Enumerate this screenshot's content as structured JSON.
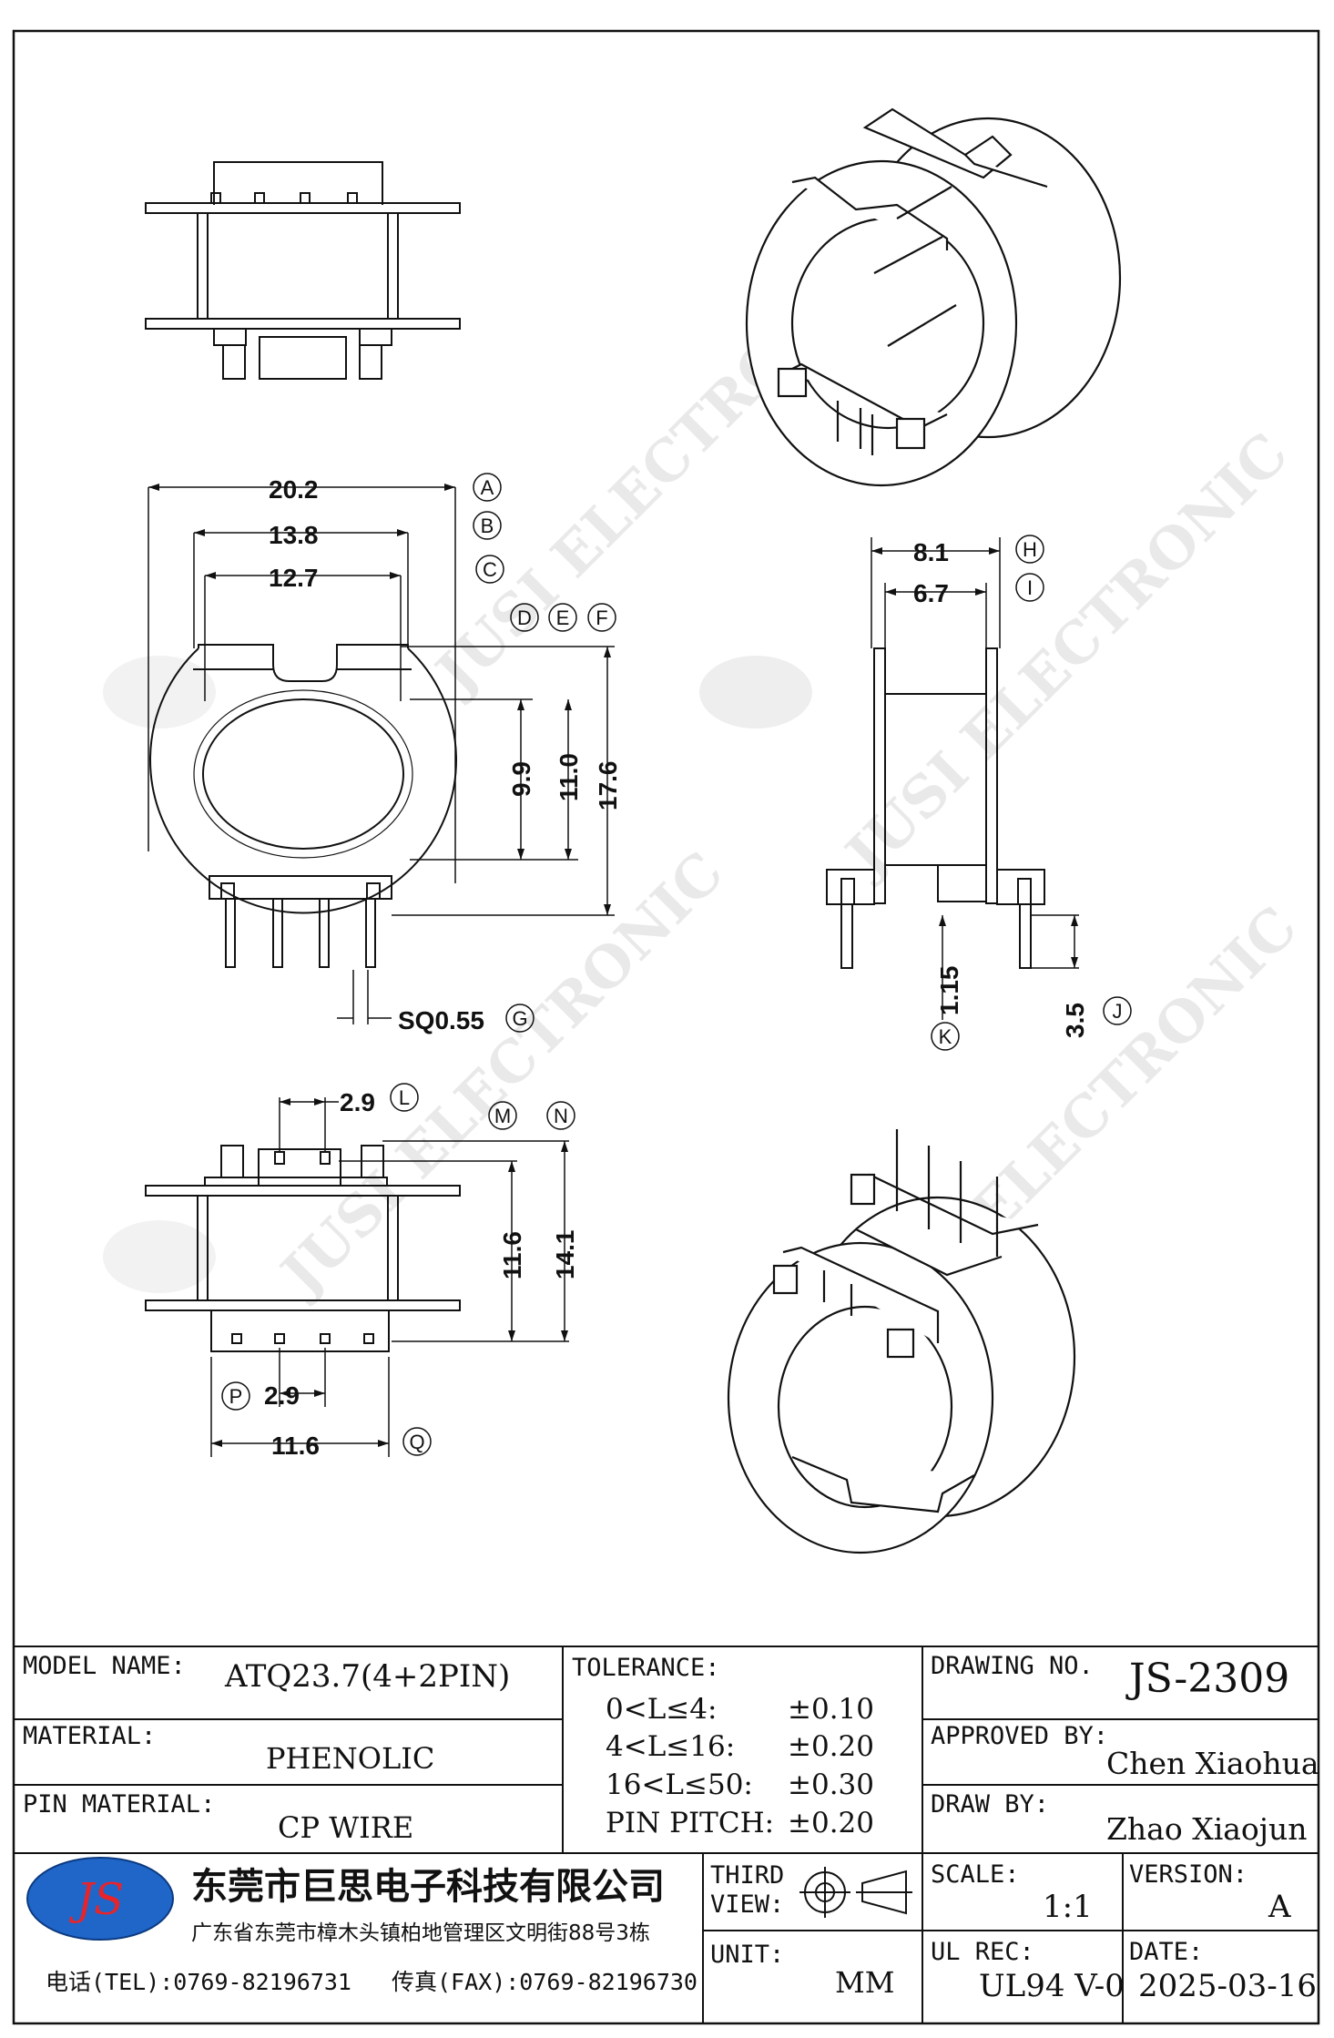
{
  "dimensions": {
    "a": "20.2",
    "b": "13.8",
    "c": "12.7",
    "d": "9.9",
    "e": "11.0",
    "f": "17.6",
    "g": "SQ0.55",
    "h": "8.1",
    "i": "6.7",
    "j": "3.5",
    "k": "1.15",
    "l": "2.9",
    "m": "11.6",
    "n": "14.1",
    "p": "2.9",
    "q": "11.6"
  },
  "callouts": [
    "A",
    "B",
    "C",
    "D",
    "E",
    "F",
    "G",
    "H",
    "I",
    "J",
    "K",
    "L",
    "M",
    "N",
    "P",
    "Q"
  ],
  "watermark": {
    "text": "JUSI ELECTRONIC",
    "logo": "JS"
  },
  "title_block": {
    "model_name_label": "MODEL NAME:",
    "model_name_value": "ATQ23.7(4+2PIN)",
    "material_label": "MATERIAL:",
    "material_value": "PHENOLIC",
    "pin_material_label": "PIN MATERIAL:",
    "pin_material_value": "CP WIRE",
    "tolerance_label": "TOLERANCE:",
    "tolerances": [
      {
        "range": "0<L≤4:",
        "value": "±0.10"
      },
      {
        "range": "4<L≤16:",
        "value": "±0.20"
      },
      {
        "range": "16<L≤50:",
        "value": "±0.30"
      },
      {
        "range": "PIN PITCH:",
        "value": "±0.20"
      }
    ],
    "drawing_no_label": "DRAWING NO.",
    "drawing_no_value": "JS-2309",
    "approved_by_label": "APPROVED BY:",
    "approved_by_value": "Chen Xiaohua",
    "draw_by_label": "DRAW BY:",
    "draw_by_value": "Zhao Xiaojun",
    "logo_text": "JS",
    "company_name": "东莞市巨思电子科技有限公司",
    "company_address": "广东省东莞市樟木头镇柏地管理区文明街88号3栋",
    "tel": "电话(TEL):0769-82196731",
    "fax": "传真(FAX):0769-82196730",
    "third_view_label_1": "THIRD",
    "third_view_label_2": "VIEW:",
    "unit_label": "UNIT:",
    "unit_value": "MM",
    "scale_label": "SCALE:",
    "scale_value": "1:1",
    "version_label": "VERSION:",
    "version_value": "A",
    "ul_rec_label": "UL REC:",
    "ul_rec_value": "UL94 V-0",
    "date_label": "DATE:",
    "date_value": "2025-03-16"
  }
}
